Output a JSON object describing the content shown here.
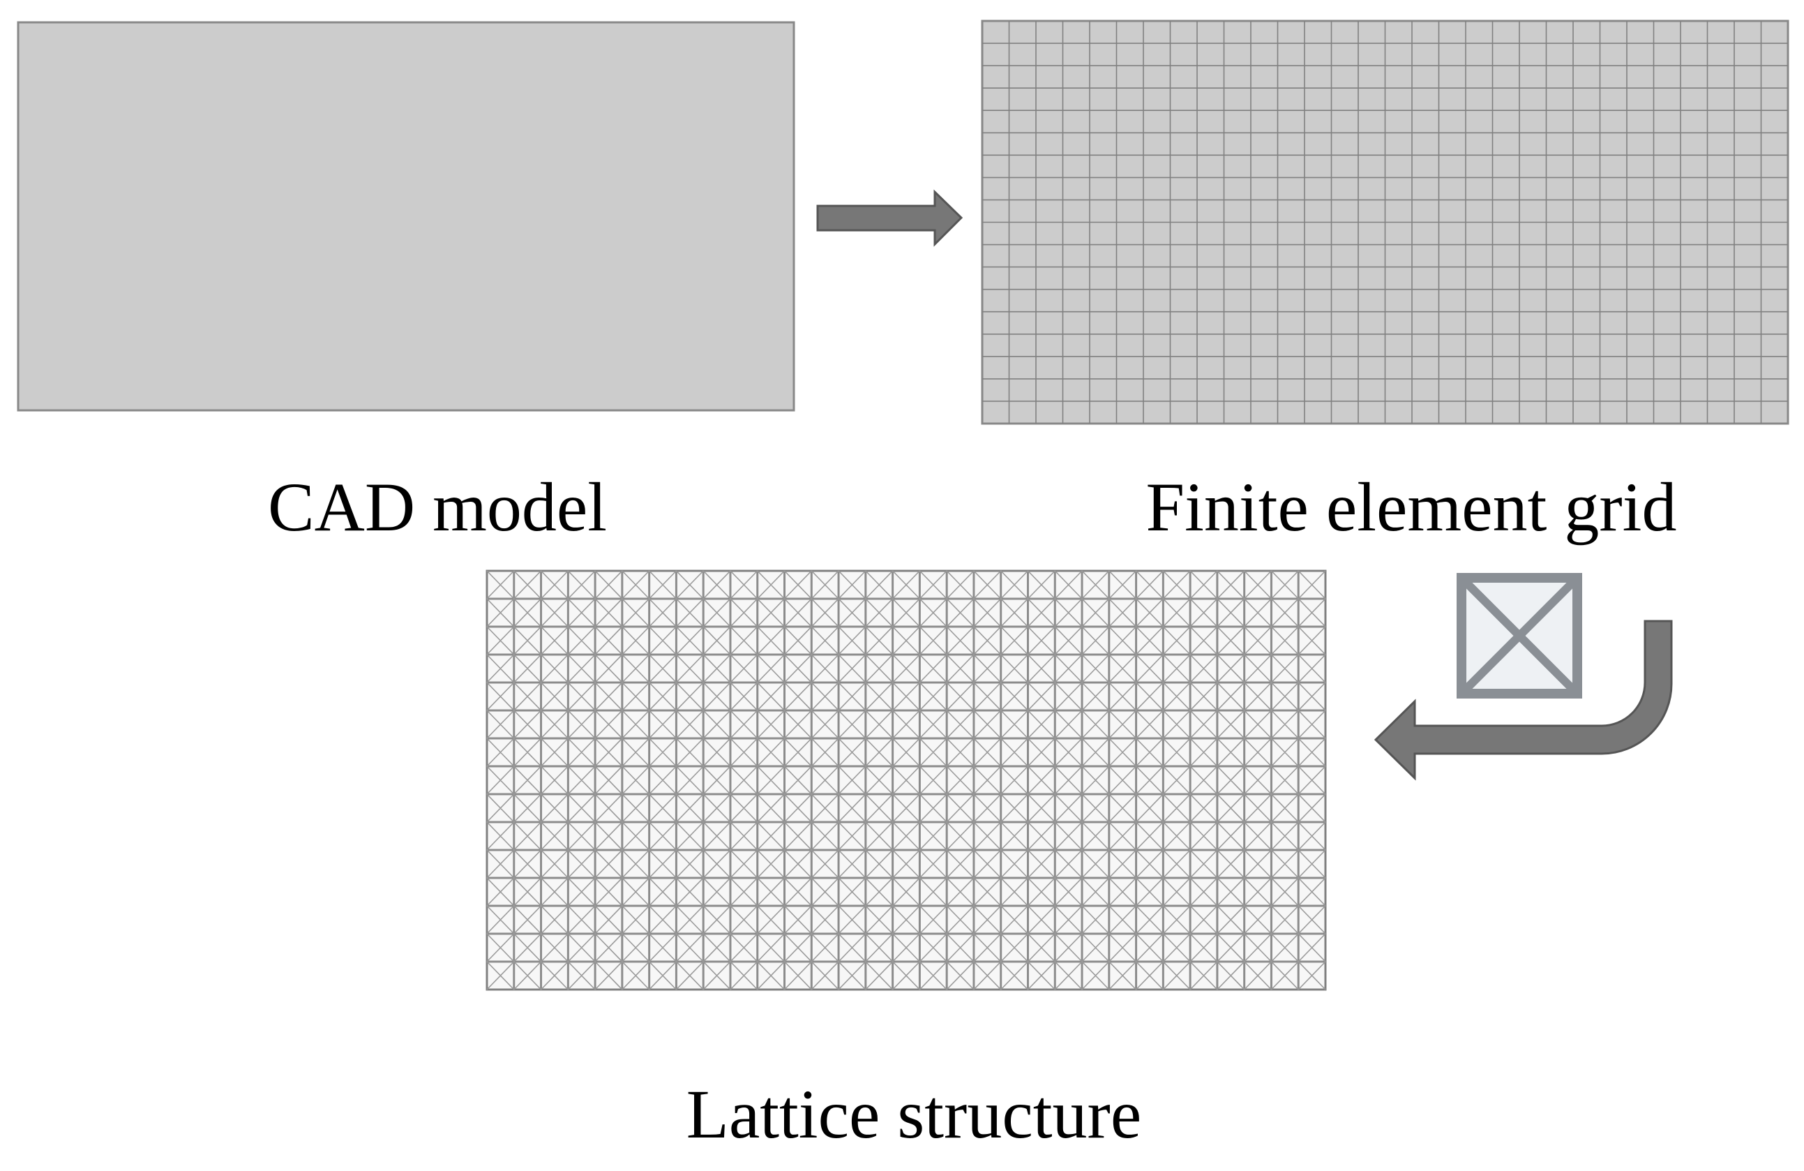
{
  "labels": {
    "cad_model": "CAD model",
    "finite_element_grid": "Finite element grid",
    "lattice_structure": "Lattice structure"
  },
  "grid": {
    "columns": 30,
    "rows": 18
  },
  "lattice": {
    "columns": 31,
    "rows": 15,
    "unit_cell": "square cell with both diagonals (X-braced)"
  },
  "colors": {
    "fill_gray": "#cccccc",
    "border_gray": "#888888",
    "line_gray": "#808080",
    "arrow_fill": "#777777",
    "arrow_stroke": "#555555",
    "unit_cell_fill": "#eef1f4",
    "unit_cell_stroke": "#8a8f95"
  }
}
